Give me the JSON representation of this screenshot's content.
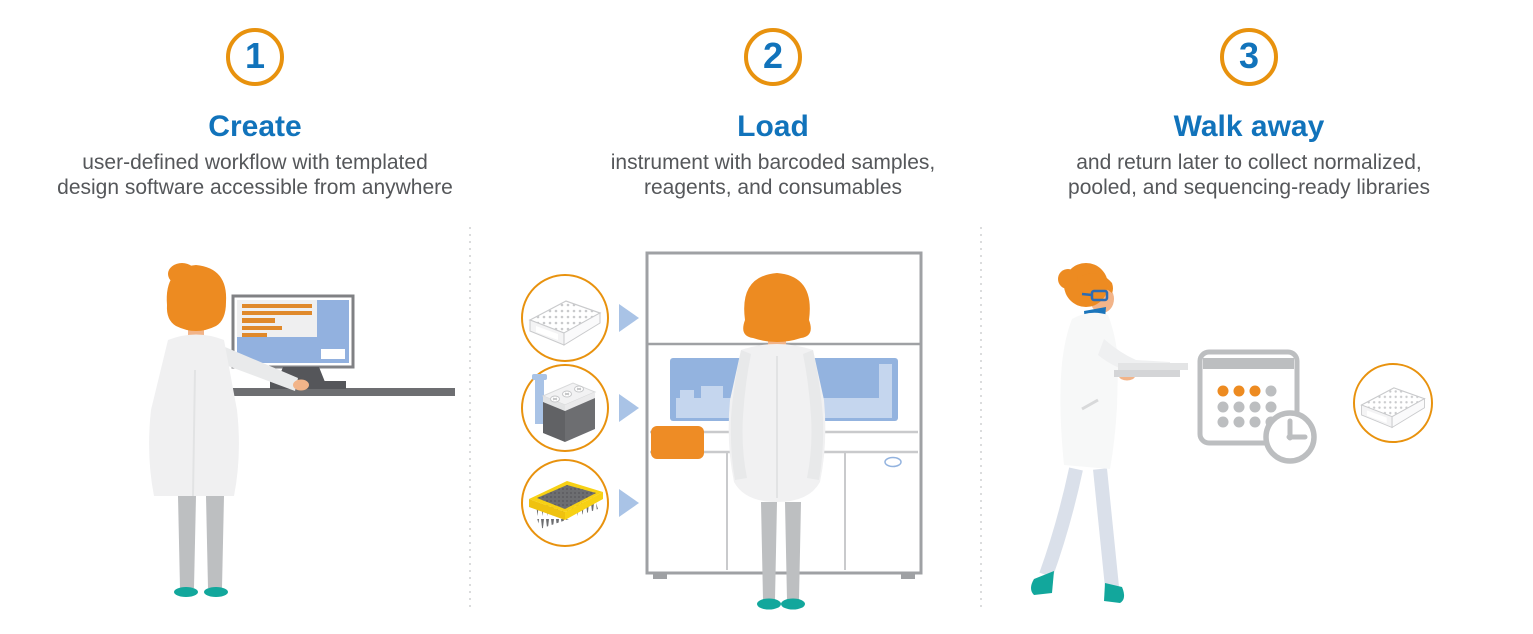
{
  "page": {
    "background": "#FFFFFF",
    "type": "three-step-workflow-infographic"
  },
  "steps": [
    {
      "number": "1",
      "title": "Create",
      "desc_lines": [
        "user-defined workflow with templated",
        "design software accessible from anywhere"
      ],
      "illustration": "scientist-at-computer"
    },
    {
      "number": "2",
      "title": "Load",
      "desc_lines": [
        "instrument with barcoded samples,",
        "reagents, and consumables"
      ],
      "illustration": "scientist-loading-instrument",
      "icons": [
        "well-plate-icon",
        "reagent-cartridge-icon",
        "tip-comb-icon",
        "arrow-right-icon"
      ]
    },
    {
      "number": "3",
      "title": "Walk away",
      "desc_lines": [
        "and return later to collect normalized,",
        "pooled, and sequencing-ready libraries"
      ],
      "illustration": "scientist-walking-with-plate",
      "icons": [
        "calendar-clock-icon",
        "well-plate-icon"
      ]
    }
  ],
  "colors": {
    "accent_orange": "#E8920E",
    "heading_blue": "#1173BB",
    "body_text_gray": "#55575A",
    "illustration_orange": "#ED8B21",
    "teal_shoes": "#12A79C",
    "arrow_light_blue": "#A9C3E6",
    "instrument_deck_blue": "#93B3DF",
    "instrument_outline_gray": "#9FA1A4",
    "calendar_gray": "#BCBEC0",
    "tip_rack_yellow": "#F7D114"
  }
}
